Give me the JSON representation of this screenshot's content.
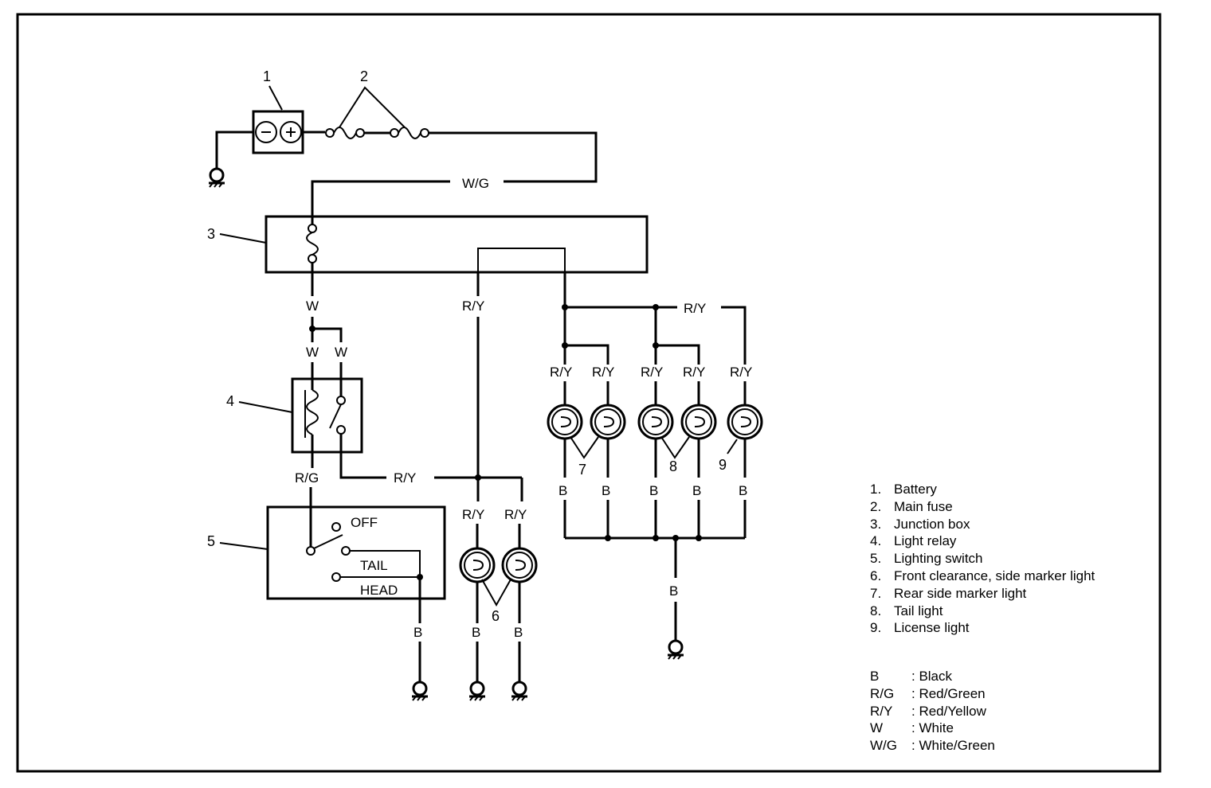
{
  "labels": {
    "n1": "1",
    "n2": "2",
    "n3": "3",
    "n4": "4",
    "n5": "5",
    "n6": "6",
    "n7": "7",
    "n8": "8",
    "n9": "9"
  },
  "wires": {
    "wg": "W/G",
    "w": "W",
    "ry": "R/Y",
    "rg": "R/G",
    "b": "B"
  },
  "switch": {
    "off": "OFF",
    "tail": "TAIL",
    "head": "HEAD"
  },
  "legend": [
    {
      "num": "1.",
      "text": "Battery"
    },
    {
      "num": "2.",
      "text": "Main fuse"
    },
    {
      "num": "3.",
      "text": "Junction box"
    },
    {
      "num": "4.",
      "text": "Light relay"
    },
    {
      "num": "5.",
      "text": "Lighting switch"
    },
    {
      "num": "6.",
      "text": "Front clearance, side marker light"
    },
    {
      "num": "7.",
      "text": "Rear side marker light"
    },
    {
      "num": "8.",
      "text": "Tail light"
    },
    {
      "num": "9.",
      "text": "License light"
    }
  ],
  "codes": [
    {
      "code": "B",
      "text": ": Black"
    },
    {
      "code": "R/G",
      "text": ": Red/Green"
    },
    {
      "code": "R/Y",
      "text": ": Red/Yellow"
    },
    {
      "code": "W",
      "text": ": White"
    },
    {
      "code": "W/G",
      "text": ": White/Green"
    }
  ]
}
